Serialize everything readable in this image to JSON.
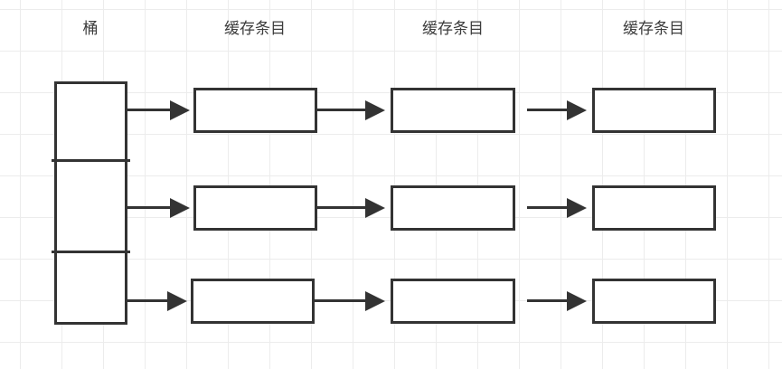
{
  "diagram": {
    "title": "",
    "columns": [
      {
        "label": "桶"
      },
      {
        "label": "缓存条目"
      },
      {
        "label": "缓存条目"
      },
      {
        "label": "缓存条目"
      }
    ],
    "bucket": {
      "name": "桶",
      "cells": [
        {
          "label": ""
        },
        {
          "label": ""
        },
        {
          "label": ""
        }
      ]
    },
    "rows": [
      {
        "entries": [
          {
            "label": ""
          },
          {
            "label": ""
          },
          {
            "label": ""
          }
        ]
      },
      {
        "entries": [
          {
            "label": ""
          },
          {
            "label": ""
          },
          {
            "label": ""
          }
        ]
      },
      {
        "entries": [
          {
            "label": ""
          },
          {
            "label": ""
          },
          {
            "label": ""
          }
        ]
      }
    ],
    "colors": {
      "stroke": "#333333",
      "fill": "#ffffff",
      "grid": "#ececec",
      "text": "#3c3c3c",
      "background": "#ffffff"
    }
  }
}
